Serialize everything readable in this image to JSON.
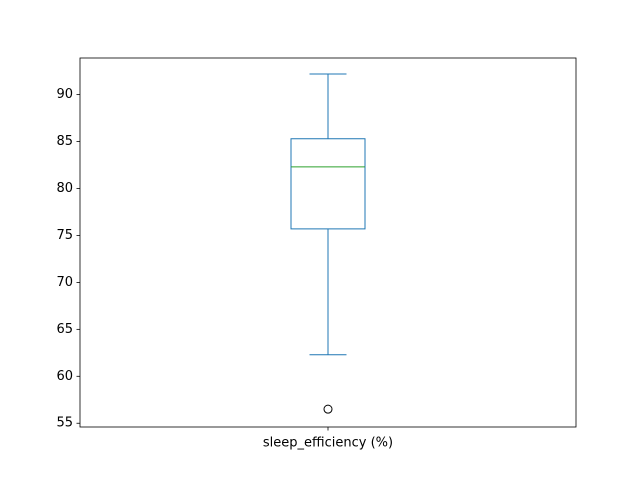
{
  "chart_data": {
    "type": "box",
    "title": "",
    "xlabel": "",
    "ylabel": "",
    "categories": [
      "sleep_efficiency (%)"
    ],
    "boxes": [
      {
        "category": "sleep_efficiency (%)",
        "whisker_low": 62.3,
        "q1": 75.7,
        "median": 82.3,
        "q3": 85.3,
        "whisker_high": 92.2,
        "outliers": [
          56.5
        ]
      }
    ],
    "ylim": [
      54.6,
      93.9
    ],
    "yticks": [
      55,
      60,
      65,
      70,
      75,
      80,
      85,
      90
    ],
    "ytick_labels": [
      "55",
      "60",
      "65",
      "70",
      "75",
      "80",
      "85",
      "90"
    ],
    "grid": false,
    "colors": {
      "box": "#1f77b4",
      "median": "#2ca02c",
      "axes": "#000000",
      "outlier": "#000000"
    }
  }
}
